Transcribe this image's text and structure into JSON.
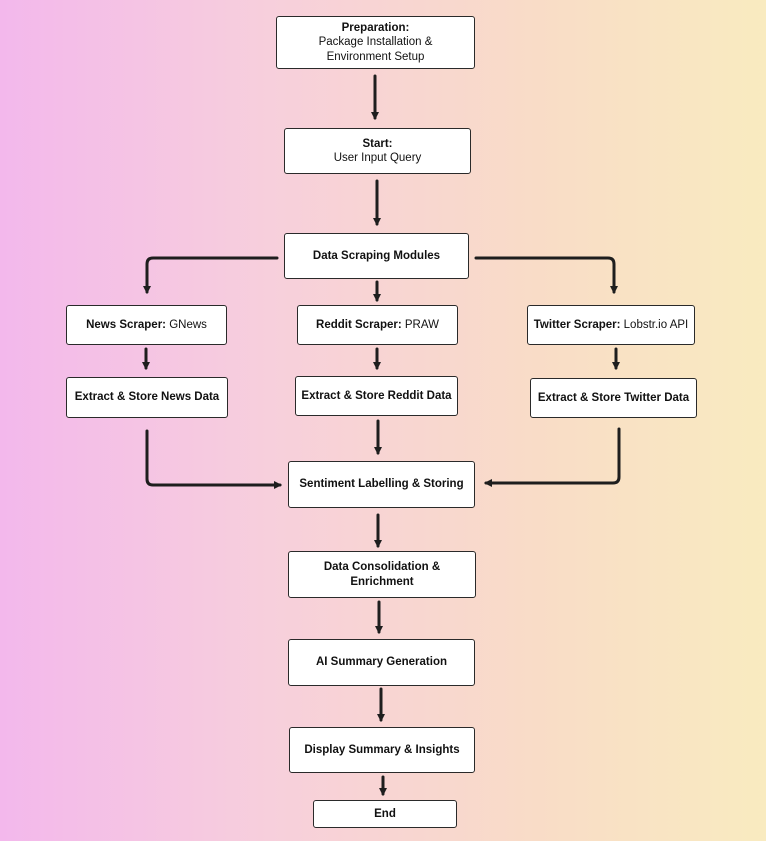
{
  "nodes": {
    "preparation": {
      "title": "Preparation:",
      "line1": "Package Installation &",
      "line2": "Environment Setup"
    },
    "start": {
      "title": "Start:",
      "detail": "User Input Query"
    },
    "scraping": {
      "label": "Data Scraping Modules"
    },
    "news_scraper": {
      "title": "News Scraper:",
      "detail": " GNews"
    },
    "reddit_scraper": {
      "title": "Reddit Scraper:",
      "detail": " PRAW"
    },
    "twitter_scraper": {
      "title": "Twitter Scraper:",
      "detail": " Lobstr.io API"
    },
    "news_store": {
      "label": "Extract & Store News Data"
    },
    "reddit_store": {
      "label": "Extract & Store Reddit Data"
    },
    "twitter_store": {
      "label": "Extract & Store Twitter Data"
    },
    "sentiment": {
      "label": "Sentiment Labelling & Storing"
    },
    "consolidation": {
      "line1": "Data Consolidation &",
      "line2": "Enrichment"
    },
    "ai_summary": {
      "label": "AI Summary Generation"
    },
    "display": {
      "label": "Display Summary & Insights"
    },
    "end": {
      "label": "End"
    }
  },
  "colors": {
    "gradient_left": "#f3b8ec",
    "gradient_right": "#f9ebc0",
    "arrow": "#1e1e1e",
    "node_fill": "#ffffff",
    "node_border": "#2a2a2a"
  }
}
